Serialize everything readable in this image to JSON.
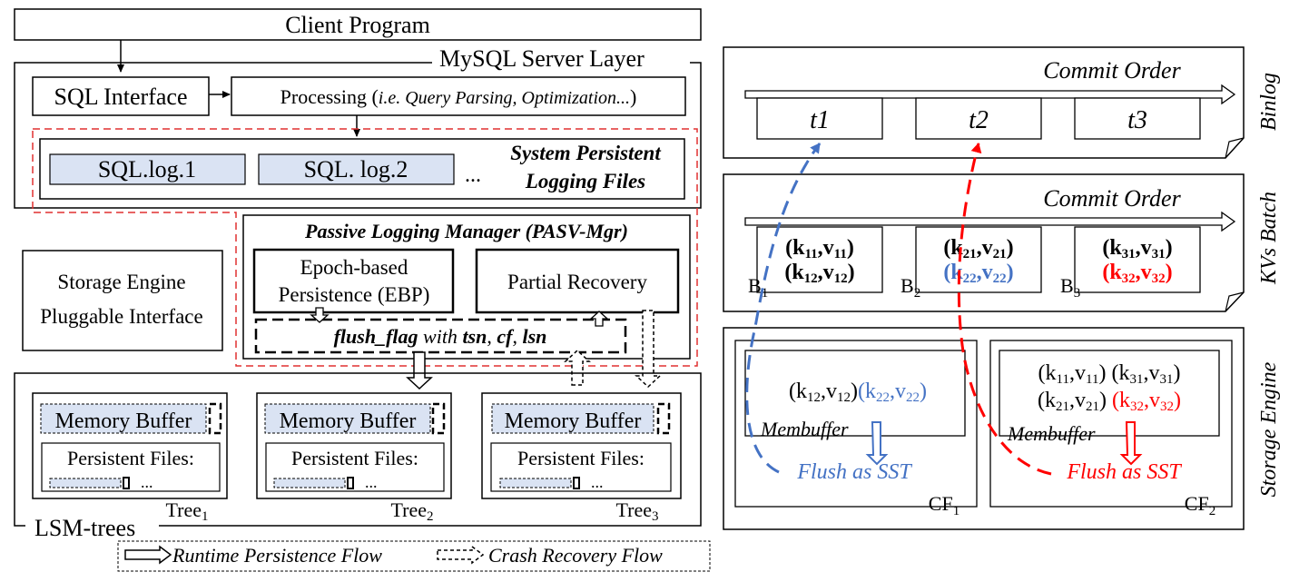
{
  "left": {
    "client_program": "Client Program",
    "mysql_layer": "MySQL Server Layer",
    "sql_interface": "SQL Interface",
    "processing": "Processing (",
    "processing_detail": "i.e. Query Parsing, Optimization...",
    "processing_close": ")",
    "sql_log_1": "SQL.log.1",
    "sql_log_2": "SQL. log.2",
    "ellipsis": "...",
    "system_files_line1": "System Persistent",
    "system_files_line2": "Logging Files",
    "storage_engine_line1": "Storage Engine",
    "storage_engine_line2": "Pluggable Interface",
    "pasv_title": "Passive Logging Manager (PASV-Mgr)",
    "ebp_line1": "Epoch-based",
    "ebp_line2": "Persistence (EBP)",
    "partial_recovery": "Partial Recovery",
    "flush_flag": "flush_flag",
    "with_word": " with ",
    "tsn": "tsn",
    "sep1": ", ",
    "cf": "cf",
    "sep2": ", ",
    "lsn": "lsn",
    "memory_buffer": "Memory Buffer",
    "persistent_files": "Persistent Files:",
    "tree_name": "Tree",
    "tree_subs": [
      "1",
      "2",
      "3"
    ],
    "lsm_trees": "LSM-trees",
    "legend_runtime": "Runtime Persistence Flow",
    "legend_crash": "Crash Recovery Flow"
  },
  "right": {
    "commit_order": "Commit Order",
    "binlog_label": "Binlog",
    "kvs_batch_label": "KVs Batch",
    "storage_engine_label": "Storage Engine",
    "txns": [
      "t1",
      "t2",
      "t3"
    ],
    "batches": [
      {
        "name": "B",
        "sub": "1",
        "r1k": "11",
        "r1v": "11",
        "r2k": "12",
        "r2v": "12"
      },
      {
        "name": "B",
        "sub": "2",
        "r1k": "21",
        "r1v": "21",
        "r2k": "22",
        "r2v": "22"
      },
      {
        "name": "B",
        "sub": "3",
        "r1k": "31",
        "r1v": "31",
        "r2k": "32",
        "r2v": "32"
      }
    ],
    "cf1": {
      "k1": "12",
      "v1": "12",
      "k2": "22",
      "v2": "22",
      "name": "CF",
      "sub": "1"
    },
    "cf2": {
      "a_k": "11",
      "a_v": "11",
      "b_k": "31",
      "b_v": "31",
      "c_k": "21",
      "c_v": "21",
      "d_k": "32",
      "d_v": "32",
      "name": "CF",
      "sub": "2"
    },
    "membuffer": "Membuffer",
    "flush_sst": "Flush as SST",
    "k": "k",
    "v": "v"
  },
  "colors": {
    "blue": "#4472c4",
    "red": "#ff0000",
    "shade": "#dae3f3",
    "border": "#000000"
  }
}
